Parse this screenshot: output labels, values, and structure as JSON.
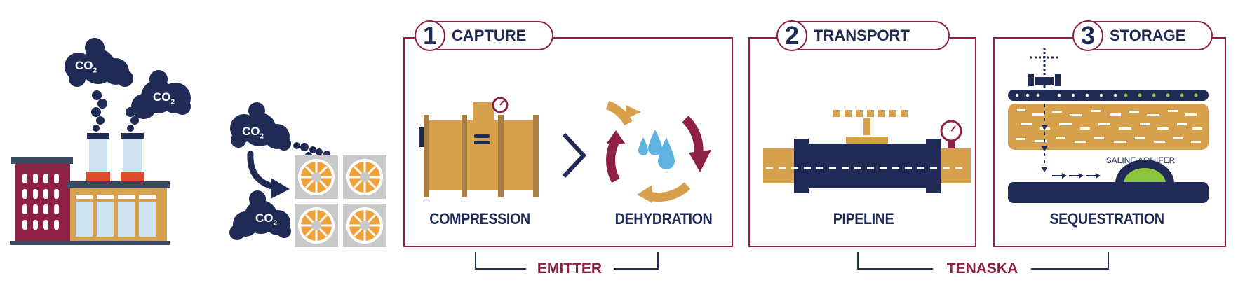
{
  "stages": [
    {
      "number": "1",
      "title": "CAPTURE"
    },
    {
      "number": "2",
      "title": "TRANSPORT"
    },
    {
      "number": "3",
      "title": "STORAGE"
    }
  ],
  "steps": {
    "compression": "COMPRESSION",
    "dehydration": "DEHYDRATION",
    "pipeline": "PIPELINE",
    "sequestration": "SEQUESTRATION"
  },
  "storage_layer_label": "SALINE AQUIFER",
  "brackets": {
    "emitter": "EMITTER",
    "tenaska": "TENASKA"
  },
  "emission_label": "CO",
  "emission_subscript": "2",
  "colors": {
    "navy": "#1f2a55",
    "maroon": "#8e1f45",
    "tan": "#d7a04d",
    "orange": "#f0a23a",
    "gray": "#c9c9c9",
    "lightblue": "#cde4f0",
    "green": "#8cc63f",
    "red": "#e04a2f",
    "water": "#5fb3e0"
  },
  "icons": [
    "factory-icon",
    "co2-cloud-icon",
    "fan-array-icon",
    "compressor-icon",
    "gauge-icon",
    "chevron-right-icon",
    "recycle-arrows-icon",
    "water-drop-icon",
    "valve-icon",
    "pipe-icon",
    "wellhead-icon",
    "rock-strata-icon"
  ]
}
